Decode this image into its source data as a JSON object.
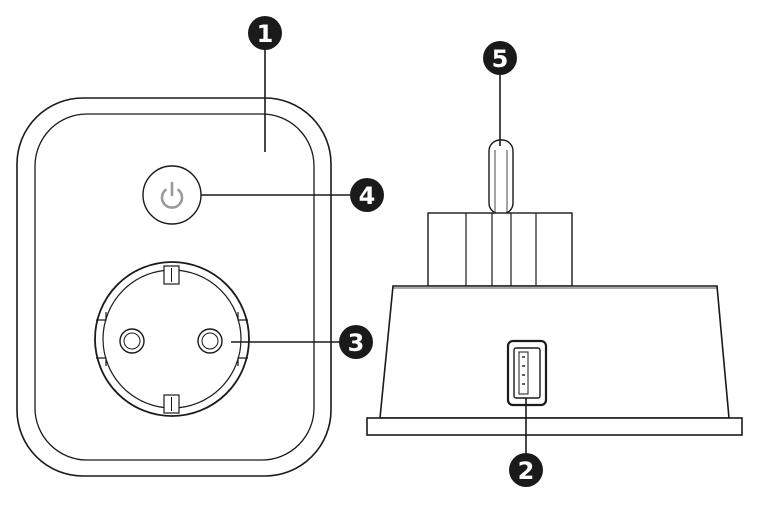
{
  "callouts": [
    {
      "id": "1",
      "label": "1"
    },
    {
      "id": "2",
      "label": "2"
    },
    {
      "id": "3",
      "label": "3"
    },
    {
      "id": "4",
      "label": "4"
    },
    {
      "id": "5",
      "label": "5"
    }
  ],
  "colors": {
    "line": "#1a1a1a",
    "body_fill": "#ffffff",
    "plug_fill": "#e8e8e8",
    "power_icon": "#9a9a9a",
    "callout_fill": "#1a1a1a",
    "callout_text": "#ffffff"
  },
  "icons": {
    "power_button": "power-icon",
    "usb_port": "usb-port-icon",
    "socket": "schuko-socket-icon"
  }
}
